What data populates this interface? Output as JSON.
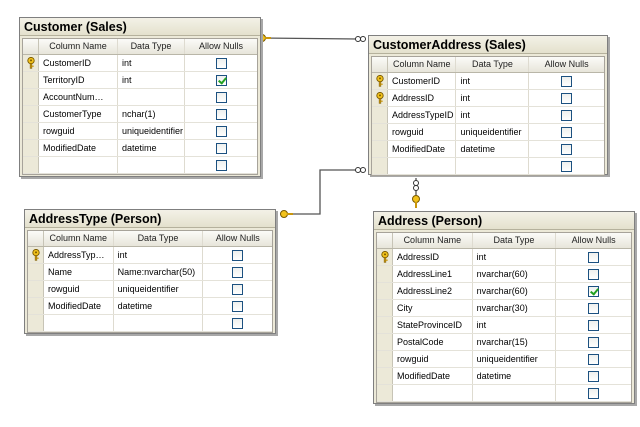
{
  "headers": {
    "name": "Column Name",
    "type": "Data Type",
    "nulls": "Allow Nulls"
  },
  "customer": {
    "title": "Customer (Sales)",
    "rows": [
      {
        "name": "CustomerID",
        "type": "int",
        "allow_nulls": false,
        "key": true
      },
      {
        "name": "TerritoryID",
        "type": "int",
        "allow_nulls": true,
        "key": false
      },
      {
        "name": "AccountNum…",
        "type": "",
        "allow_nulls": false,
        "key": false
      },
      {
        "name": "CustomerType",
        "type": "nchar(1)",
        "allow_nulls": false,
        "key": false
      },
      {
        "name": "rowguid",
        "type": "uniqueidentifier",
        "allow_nulls": false,
        "key": false
      },
      {
        "name": "ModifiedDate",
        "type": "datetime",
        "allow_nulls": false,
        "key": false
      },
      {
        "name": "",
        "type": "",
        "allow_nulls": false,
        "key": false
      }
    ]
  },
  "customer_address": {
    "title": "CustomerAddress (Sales)",
    "rows": [
      {
        "name": "CustomerID",
        "type": "int",
        "allow_nulls": false,
        "key": true
      },
      {
        "name": "AddressID",
        "type": "int",
        "allow_nulls": false,
        "key": true
      },
      {
        "name": "AddressTypeID",
        "type": "int",
        "allow_nulls": false,
        "key": false
      },
      {
        "name": "rowguid",
        "type": "uniqueidentifier",
        "allow_nulls": false,
        "key": false
      },
      {
        "name": "ModifiedDate",
        "type": "datetime",
        "allow_nulls": false,
        "key": false
      },
      {
        "name": "",
        "type": "",
        "allow_nulls": false,
        "key": false
      }
    ]
  },
  "address_type": {
    "title": "AddressType (Person)",
    "rows": [
      {
        "name": "AddressTyp…",
        "type": "int",
        "allow_nulls": false,
        "key": true
      },
      {
        "name": "Name",
        "type": "Name:nvarchar(50)",
        "allow_nulls": false,
        "key": false
      },
      {
        "name": "rowguid",
        "type": "uniqueidentifier",
        "allow_nulls": false,
        "key": false
      },
      {
        "name": "ModifiedDate",
        "type": "datetime",
        "allow_nulls": false,
        "key": false
      },
      {
        "name": "",
        "type": "",
        "allow_nulls": false,
        "key": false
      }
    ]
  },
  "address": {
    "title": "Address (Person)",
    "rows": [
      {
        "name": "AddressID",
        "type": "int",
        "allow_nulls": false,
        "key": true
      },
      {
        "name": "AddressLine1",
        "type": "nvarchar(60)",
        "allow_nulls": false,
        "key": false
      },
      {
        "name": "AddressLine2",
        "type": "nvarchar(60)",
        "allow_nulls": true,
        "key": false
      },
      {
        "name": "City",
        "type": "nvarchar(30)",
        "allow_nulls": false,
        "key": false
      },
      {
        "name": "StateProvinceID",
        "type": "int",
        "allow_nulls": false,
        "key": false
      },
      {
        "name": "PostalCode",
        "type": "nvarchar(15)",
        "allow_nulls": false,
        "key": false
      },
      {
        "name": "rowguid",
        "type": "uniqueidentifier",
        "allow_nulls": false,
        "key": false
      },
      {
        "name": "ModifiedDate",
        "type": "datetime",
        "allow_nulls": false,
        "key": false
      },
      {
        "name": "",
        "type": "",
        "allow_nulls": false,
        "key": false
      }
    ]
  },
  "colors": {
    "key_gold": "#f2c21b",
    "relationship_line": "#555555",
    "check_green": "#21a121"
  }
}
